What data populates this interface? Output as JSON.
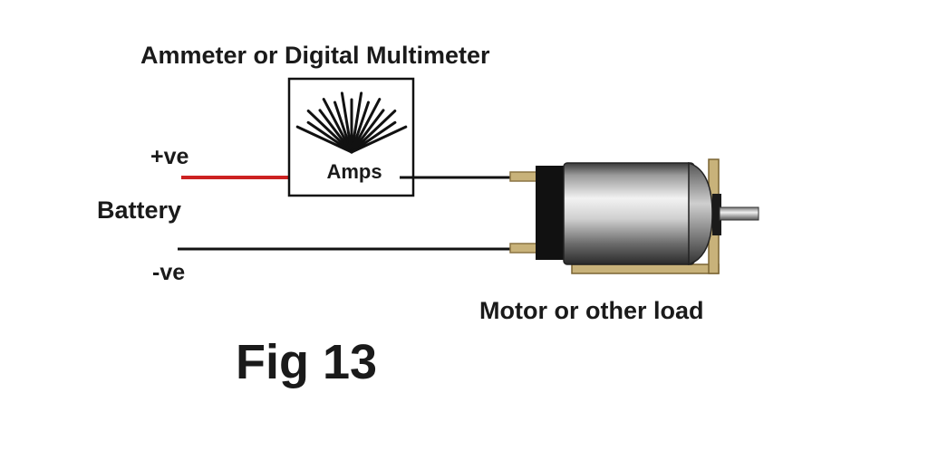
{
  "labels": {
    "meter_title": "Ammeter or Digital Multimeter",
    "meter_unit": "Amps",
    "positive": "+ve",
    "negative": "-ve",
    "battery": "Battery",
    "load": "Motor or other load",
    "figure": "Fig 13"
  },
  "colors": {
    "positive_wire": "#cc2222",
    "wire": "#111111",
    "terminal": "#c8b27a",
    "bracket": "#c8b27a",
    "endcap": "#111111"
  },
  "icons": {
    "meter": "ammeter-scale-icon",
    "motor": "dc-motor-icon"
  }
}
